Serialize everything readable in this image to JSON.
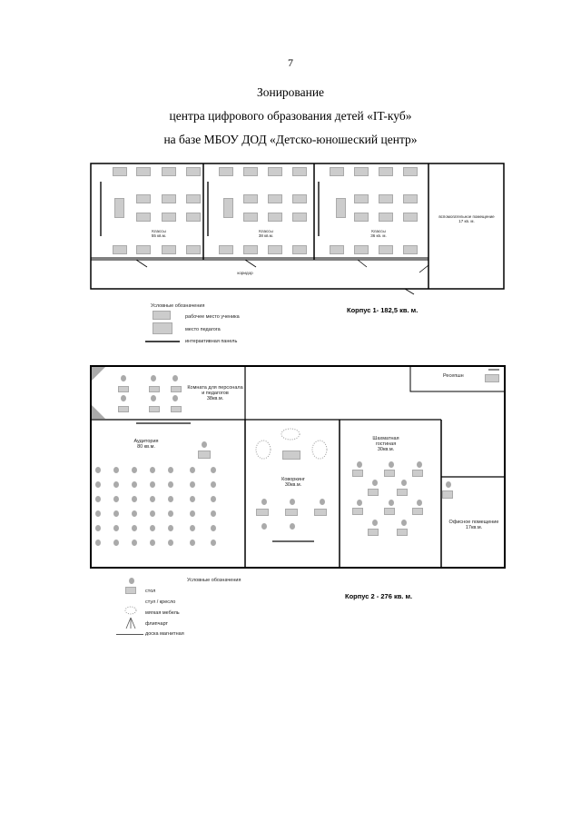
{
  "page_number": "7",
  "title": {
    "line1": "Зонирование",
    "line2": "центра цифрового образования детей «IT-куб»",
    "line3": "на базе МБОУ ДОД «Детско-юношеский центр»"
  },
  "plan1": {
    "rooms": [
      {
        "name": "Классы",
        "area": "55 кв.м."
      },
      {
        "name": "Классы",
        "area": "38 кв.м."
      },
      {
        "name": "Классы",
        "area": "36 кв. м."
      },
      {
        "name": "вспомогательное помещение",
        "area": "17 кв. м."
      }
    ],
    "corridor": "коридор",
    "legend_title": "Условные обозначения",
    "legend": [
      "рабочее место ученика",
      "место педагога",
      "интерактивная панель"
    ],
    "caption": "Корпус 1- 182,5 кв. м."
  },
  "plan2": {
    "rooms": {
      "staff": {
        "name": "Комната для персонала и педагогов",
        "area": "38кв.м."
      },
      "reception": {
        "name": "Ресепшн"
      },
      "auditorium": {
        "name": "Аудитория",
        "area": "80 кв.м."
      },
      "coworking": {
        "name": "Коворкинг",
        "area": "30кв.м."
      },
      "chess": {
        "name": "Шахматная гостиная",
        "area": "30кв.м."
      },
      "office": {
        "name": "Офисное помещение",
        "area": "17кв.м."
      }
    },
    "legend_title": "Условные обозначения",
    "legend": [
      "стол",
      "стул / кресло",
      "мягкая мебель",
      "флипчарт",
      "доска магнитная"
    ],
    "caption": "Корпус 2 - 276 кв. м."
  }
}
